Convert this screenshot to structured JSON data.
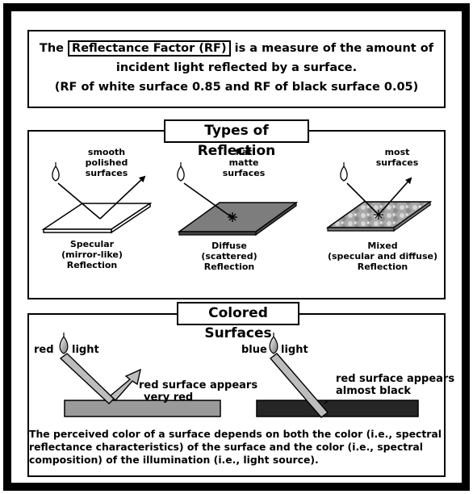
{
  "rf": {
    "lead": "The",
    "term": "Reflectance Factor (RF)",
    "line1_rest": "is a measure of the amount of",
    "line2": "incident light reflected by a surface.",
    "line3": "(RF of white surface  0.85 and RF of black surface   0.05)"
  },
  "types": {
    "title": "Types of Reflection",
    "specular": {
      "top1": "smooth",
      "top2": "polished",
      "top3": "surfaces",
      "bot1": "Specular",
      "bot2": "(mirror-like)",
      "bot3": "Reflection"
    },
    "diffuse": {
      "top1": "flat",
      "top2": "matte",
      "top3": "surfaces",
      "bot1": "Diffuse",
      "bot2": "(scattered)",
      "bot3": "Reflection"
    },
    "mixed": {
      "top1": "most",
      "top2": "surfaces",
      "bot1": "Mixed",
      "bot2": "(specular and diffuse)",
      "bot3": "Reflection"
    }
  },
  "colored": {
    "title": "Colored Surfaces",
    "left_light_color": "red",
    "left_light": "light",
    "left_result1": "red surface appears",
    "left_result2": "very red",
    "right_light_color": "blue",
    "right_light": "light",
    "right_result1": "red surface appears",
    "right_result2": "almost black",
    "caption": "The perceived color of a surface depends on both the color (i.e., spectral reflectance characteristics) of the surface and the color (i.e., spectral composition) of the illumination (i.e., light source)."
  },
  "colors": {
    "frame": "#000000",
    "red_surface": "#9a9a9a",
    "dark_surface": "#262626",
    "diffuse_surface": "#7d7d7d",
    "light_beam": "#bdbdbd"
  },
  "icons": [
    "light-bulb-icon",
    "reflection-arrow-icon",
    "scatter-star-icon"
  ]
}
